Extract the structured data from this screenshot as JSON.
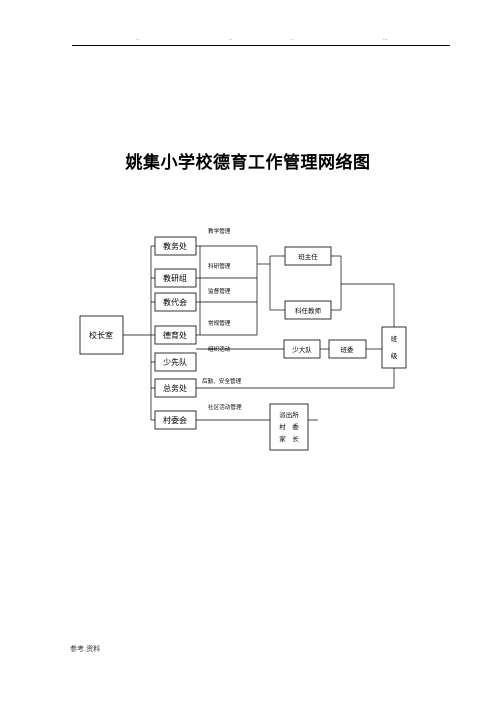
{
  "header": {
    "marks": [
      "..",
      "..",
      "..",
      "..."
    ]
  },
  "title": "姚集小学校德育工作管理网络图",
  "footer": "参考.资料",
  "diagram": {
    "nodes": {
      "principal": "校长室",
      "academic": "教务处",
      "research": "教研组",
      "congress": "教代会",
      "moral": "德育处",
      "pioneers": "少先队",
      "general": "总务处",
      "village": "村委会",
      "head_teacher": "班主任",
      "subject_teacher": "科任教师",
      "brigade": "少大队",
      "class_committee": "班委",
      "class_left": "班",
      "class_right": "级",
      "community_1": "派出所",
      "community_2": "村　委",
      "community_3": "家　长"
    },
    "labels": {
      "teaching": "教学管理",
      "research": "科研管理",
      "supervision": "监督管理",
      "routine": "常规管理",
      "activities": "组织活动",
      "logistics": "后勤、安全管理",
      "community": "社区活动管理"
    }
  }
}
